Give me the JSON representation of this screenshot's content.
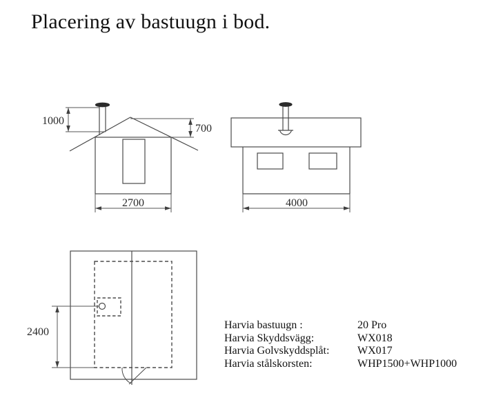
{
  "title": "Placering av bastuugn i bod.",
  "front_elevation": {
    "dim_chimney_height": "1000",
    "dim_roof_height": "700",
    "dim_width": "2700"
  },
  "side_elevation": {
    "dim_length": "4000"
  },
  "floor_plan": {
    "dim_heater_distance": "2400"
  },
  "parts_list": {
    "rows": [
      {
        "label": "Harvia bastuugn :",
        "value": "20 Pro"
      },
      {
        "label": "Harvia Skyddsvägg:",
        "value": "WX018"
      },
      {
        "label": "Harvia Golvskyddsplåt:",
        "value": "WX017"
      },
      {
        "label": "Harvia stålskorsten:",
        "value": "WHP1500+WHP1000"
      }
    ]
  },
  "colors": {
    "line": "#4a4a4a",
    "dim_line": "#555555",
    "text": "#1a1a1a",
    "background": "#ffffff"
  }
}
